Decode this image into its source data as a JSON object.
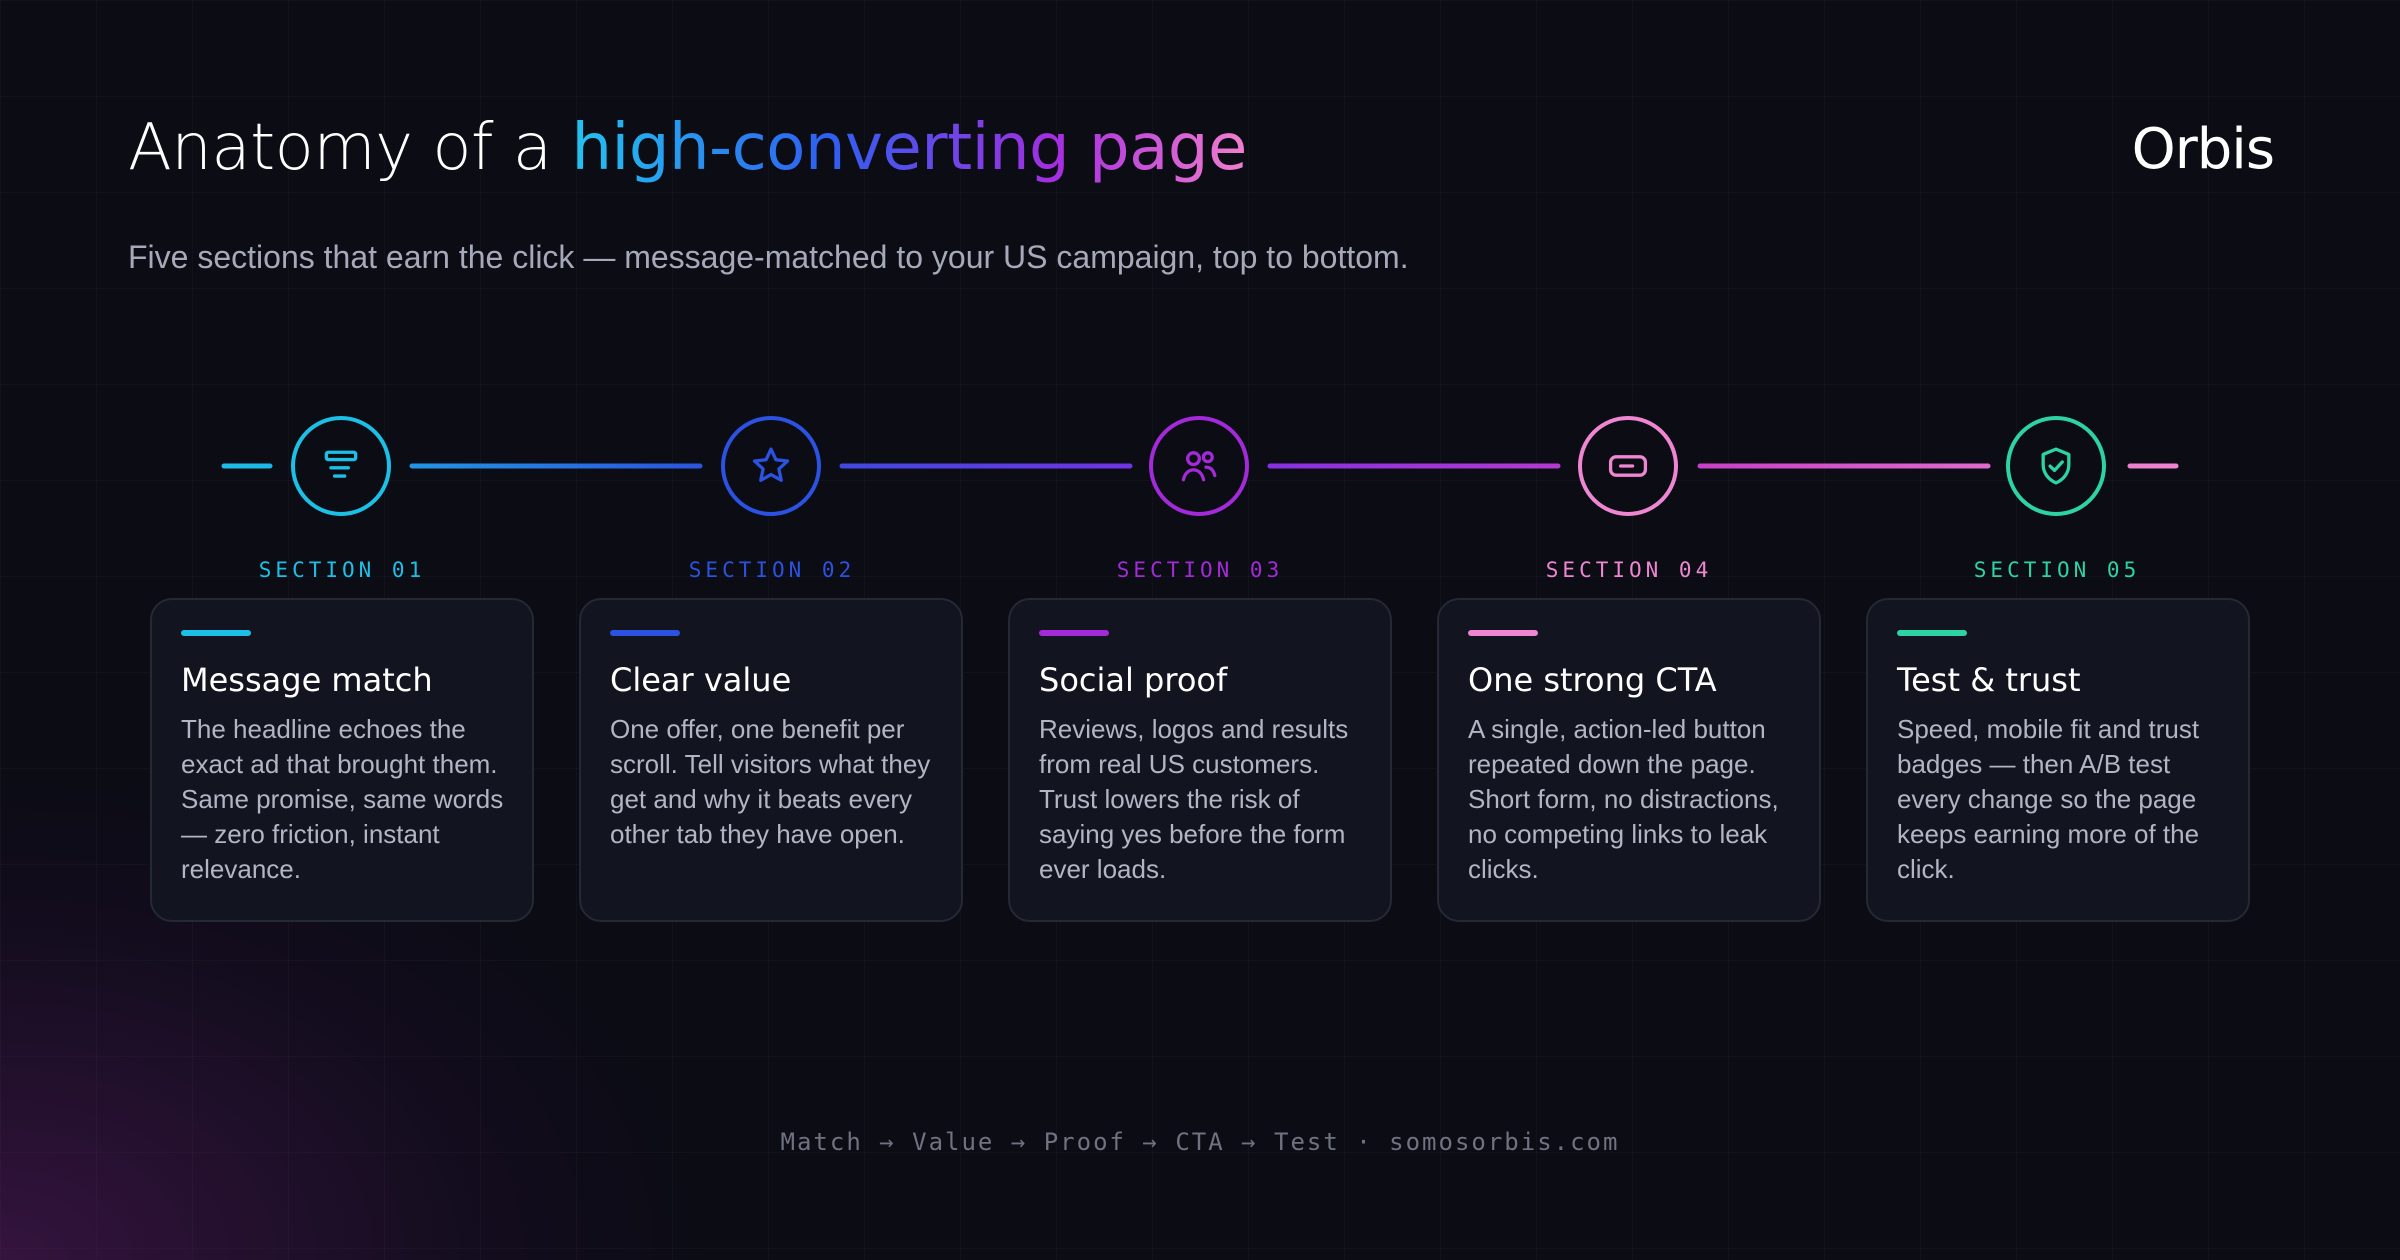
{
  "header": {
    "title_prefix": "Anatomy of a ",
    "title_highlight": "high-converting page",
    "brand": "Orbis",
    "subtitle": "Five sections that earn the click — message-matched to your US campaign, top to bottom."
  },
  "sections": [
    {
      "label": "SECTION 01",
      "title": "Message match",
      "body": "The headline echoes the exact ad that brought them. Same promise, same words — zero friction, instant relevance.",
      "color": "#1cc0e6",
      "icon": "text-lines-icon"
    },
    {
      "label": "SECTION 02",
      "title": "Clear value",
      "body": "One offer, one benefit per scroll. Tell visitors what they get and why it beats every other tab they have open.",
      "color": "#2b52e0",
      "icon": "star-icon"
    },
    {
      "label": "SECTION 03",
      "title": "Social proof",
      "body": "Reviews, logos and results from real US customers. Trust lowers the risk of saying yes before the form ever loads.",
      "color": "#a32ad9",
      "icon": "users-icon"
    },
    {
      "label": "SECTION 04",
      "title": "One strong CTA",
      "body": "A single, action-led button repeated down the page. Short form, no distractions, no competing links to leak clicks.",
      "color": "#ef86d2",
      "icon": "button-icon"
    },
    {
      "label": "SECTION 05",
      "title": "Test & trust",
      "body": "Speed, mobile fit and trust badges — then A/B test every change so the page keeps earning more of the click.",
      "color": "#2dd3a2",
      "icon": "shield-check-icon"
    }
  ],
  "footer": {
    "text": "Match → Value → Proof → CTA → Test · somosorbis.com"
  }
}
